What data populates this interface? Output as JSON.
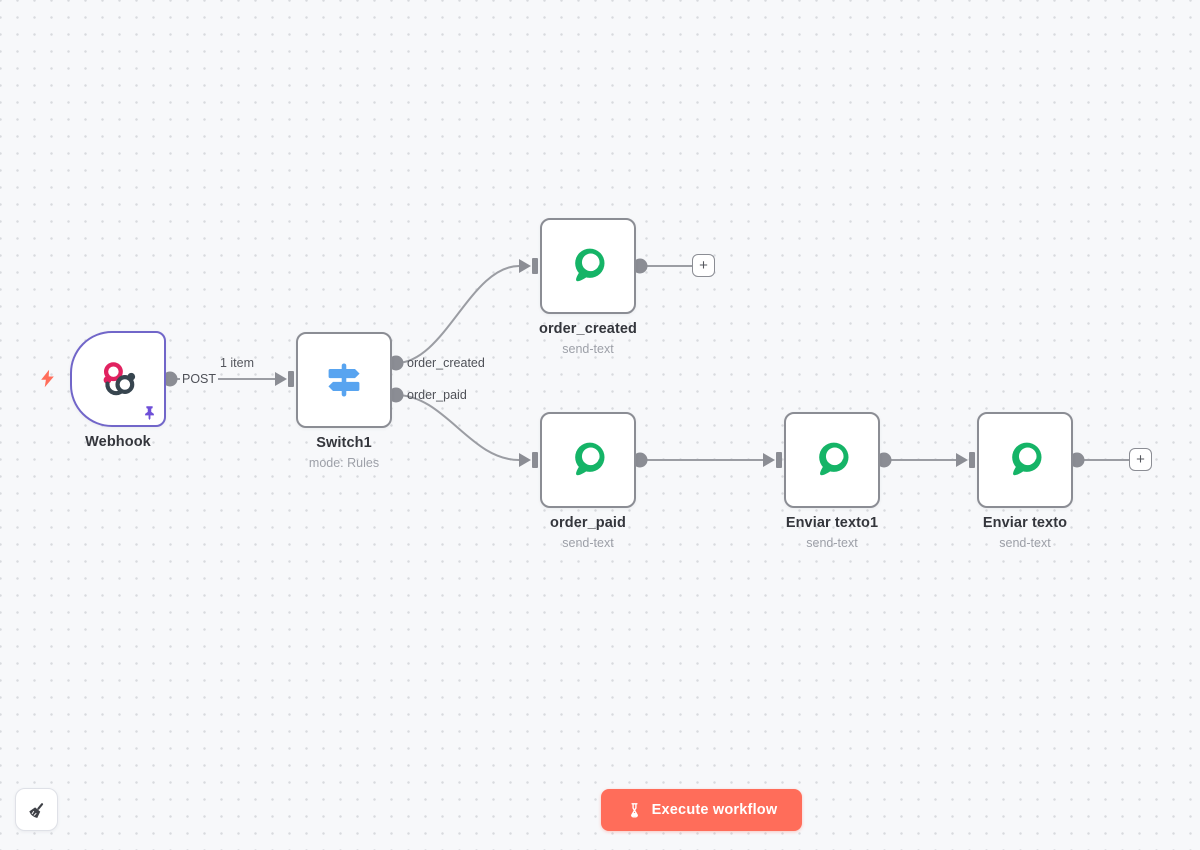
{
  "canvas": {
    "name": "workflow canvas"
  },
  "nodes": [
    {
      "id": "webhook",
      "label": "Webhook",
      "type": "webhook-trigger",
      "icon": "webhook-icon",
      "output_label": "POST",
      "pinned": true
    },
    {
      "id": "switch1",
      "label": "Switch1",
      "subtitle": "mode: Rules",
      "icon": "switch-icon",
      "outputs": [
        "order_created",
        "order_paid"
      ]
    },
    {
      "id": "order_created",
      "label": "order_created",
      "subtitle": "send-text",
      "icon": "chat-bubble-icon"
    },
    {
      "id": "order_paid",
      "label": "order_paid",
      "subtitle": "send-text",
      "icon": "chat-bubble-icon"
    },
    {
      "id": "enviar_texto1",
      "label": "Enviar texto1",
      "subtitle": "send-text",
      "icon": "chat-bubble-icon"
    },
    {
      "id": "enviar_texto",
      "label": "Enviar texto",
      "subtitle": "send-text",
      "icon": "chat-bubble-icon"
    }
  ],
  "connections": {
    "webhook_to_switch_items": "1 item"
  },
  "controls": {
    "execute_button": "Execute workflow",
    "add_node_button": "+",
    "execute_icon": "flask-icon",
    "tidy_up_icon": "broom-icon",
    "trigger_hint_icon": "lightning-icon"
  },
  "colors": {
    "accent": "#ff6d5a",
    "selected_node_border": "#7166c9",
    "node_border": "#8b8d94",
    "connection": "#9b9da3",
    "chat_green": "#15b467",
    "switch_blue": "#58a4f0",
    "webhook_pink": "#e12260",
    "webhook_dark": "#37454f",
    "pin_purple": "#6e4fd8"
  }
}
